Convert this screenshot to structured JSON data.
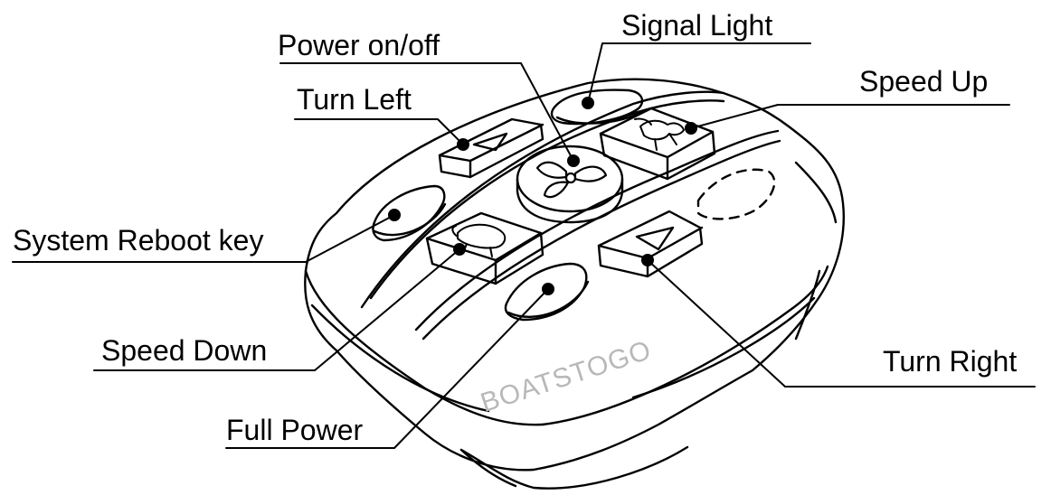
{
  "labels": {
    "power": "Power on/off",
    "signal": "Signal Light",
    "turn_left": "Turn Left",
    "speed_up": "Speed Up",
    "reboot": "System Reboot  key",
    "speed_down": "Speed Down",
    "turn_right": "Turn Right",
    "full_power": "Full Power"
  },
  "watermark": "BOATSTOGO",
  "icons": {
    "power": "propeller-icon",
    "speed_up": "rabbit-icon",
    "speed_down": "turtle-icon",
    "turn_left": "triangle-left-icon",
    "turn_right": "triangle-down-icon"
  }
}
